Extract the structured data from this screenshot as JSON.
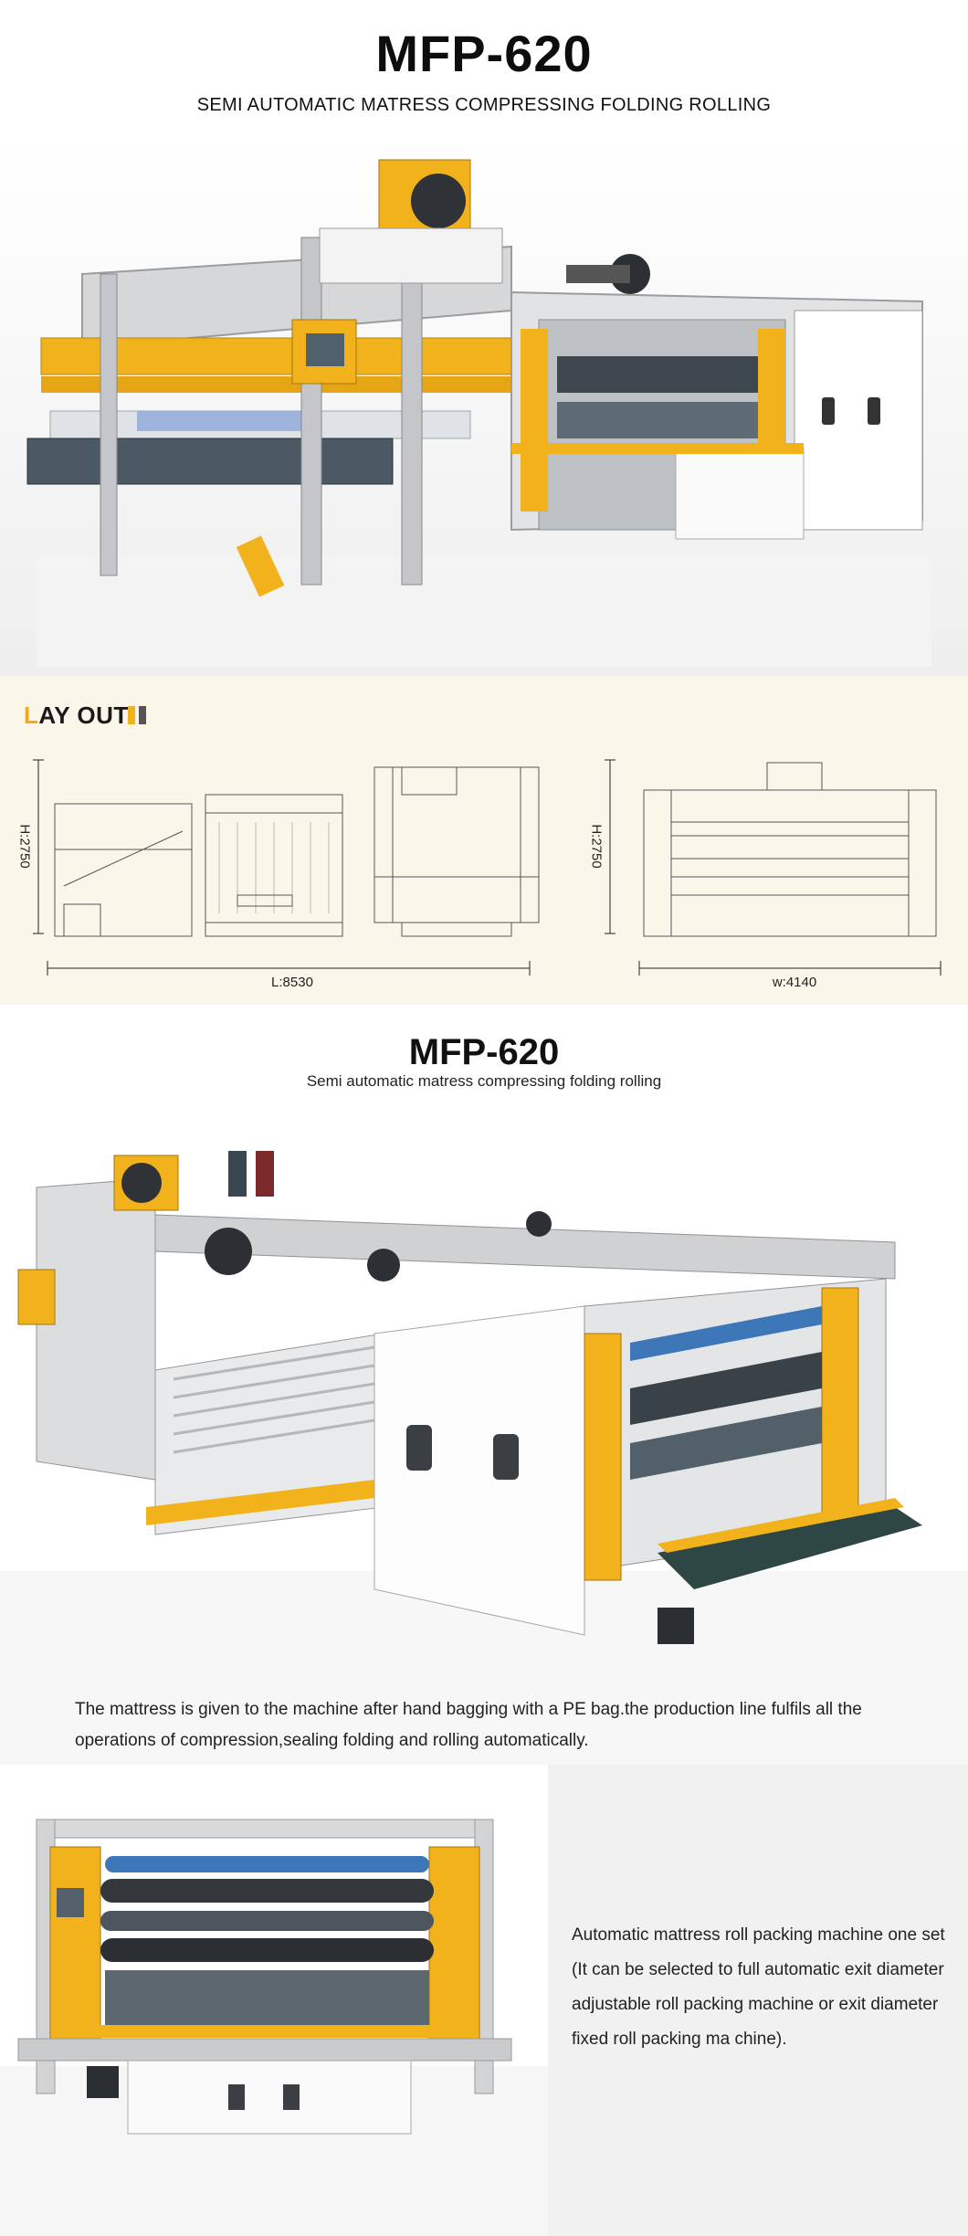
{
  "header": {
    "title": "MFP-620",
    "subtitle": "SEMI AUTOMATIC MATRESS COMPRESSING FOLDING ROLLING"
  },
  "layout": {
    "heading": "LAY OUT",
    "heading_first": "L",
    "heading_rest": "AY OUT",
    "height_label_left": "H:2750",
    "length_label": "L:8530",
    "height_label_right": "H:2750",
    "width_label": "w:4140"
  },
  "section2": {
    "title": "MFP-620",
    "subtitle": "Semi automatic matress compressing folding rolling"
  },
  "description1": "The mattress is given to the machine after hand bagging with a PE bag.the production line fulfils all the operations of compression,sealing folding and rolling automatically.",
  "description2": "Automatic mattress roll packing machine one set (It can be selected to full automatic exit diameter adjustable roll packing machine or exit diameter fixed roll packing ma chine).",
  "colors": {
    "accent": "#f2b21b",
    "frame": "#c9cbcd",
    "layout_bg": "#fbf6ea",
    "panel_bg": "#f1f1f1"
  }
}
